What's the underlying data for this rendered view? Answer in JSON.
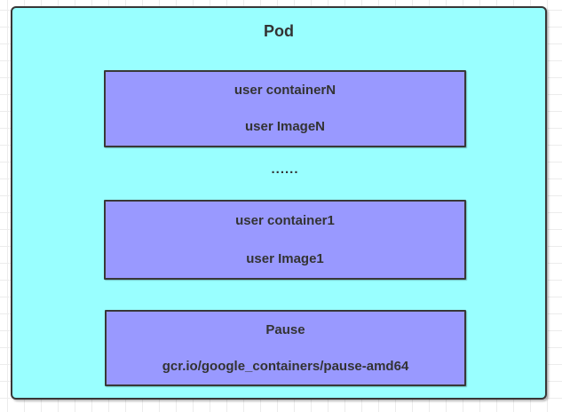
{
  "diagram": {
    "title": "Pod",
    "separator": "......",
    "containers": [
      {
        "name": "user containerN",
        "image": "user ImageN"
      },
      {
        "name": "user container1",
        "image": "user Image1"
      },
      {
        "name": "Pause",
        "image": "gcr.io/google_containers/pause-amd64"
      }
    ],
    "colors": {
      "pod_fill": "#99ffff",
      "container_fill": "#9999ff",
      "border": "#383838",
      "text": "#333333",
      "canvas": "#ffffff",
      "grid_line": "#ececec"
    }
  }
}
